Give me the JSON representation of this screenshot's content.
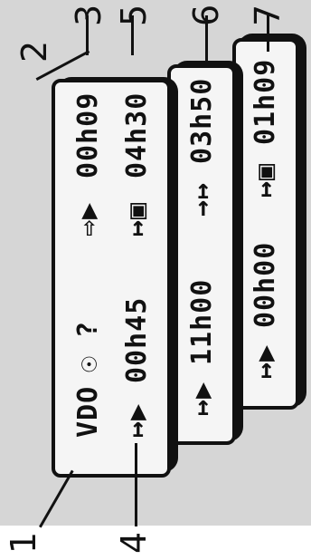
{
  "callouts": [
    "1",
    "2",
    "3",
    "4",
    "5",
    "6",
    "7"
  ],
  "displays": [
    {
      "line1": [
        "VDO",
        "☉",
        "?",
        "⇨▶",
        "00h09"
      ],
      "line2": [
        "↦▶",
        "00h45",
        "↦▣",
        "04h30"
      ]
    },
    {
      "line1": [
        "↦▶",
        "11h00",
        "→↦",
        "03h50"
      ]
    },
    {
      "line1": [
        "↦▶",
        "00h00",
        "↦▣",
        "01h09"
      ]
    }
  ],
  "colors": {
    "background": "#d6d6d6",
    "panel": "#f5f5f5",
    "ink": "#111111"
  }
}
